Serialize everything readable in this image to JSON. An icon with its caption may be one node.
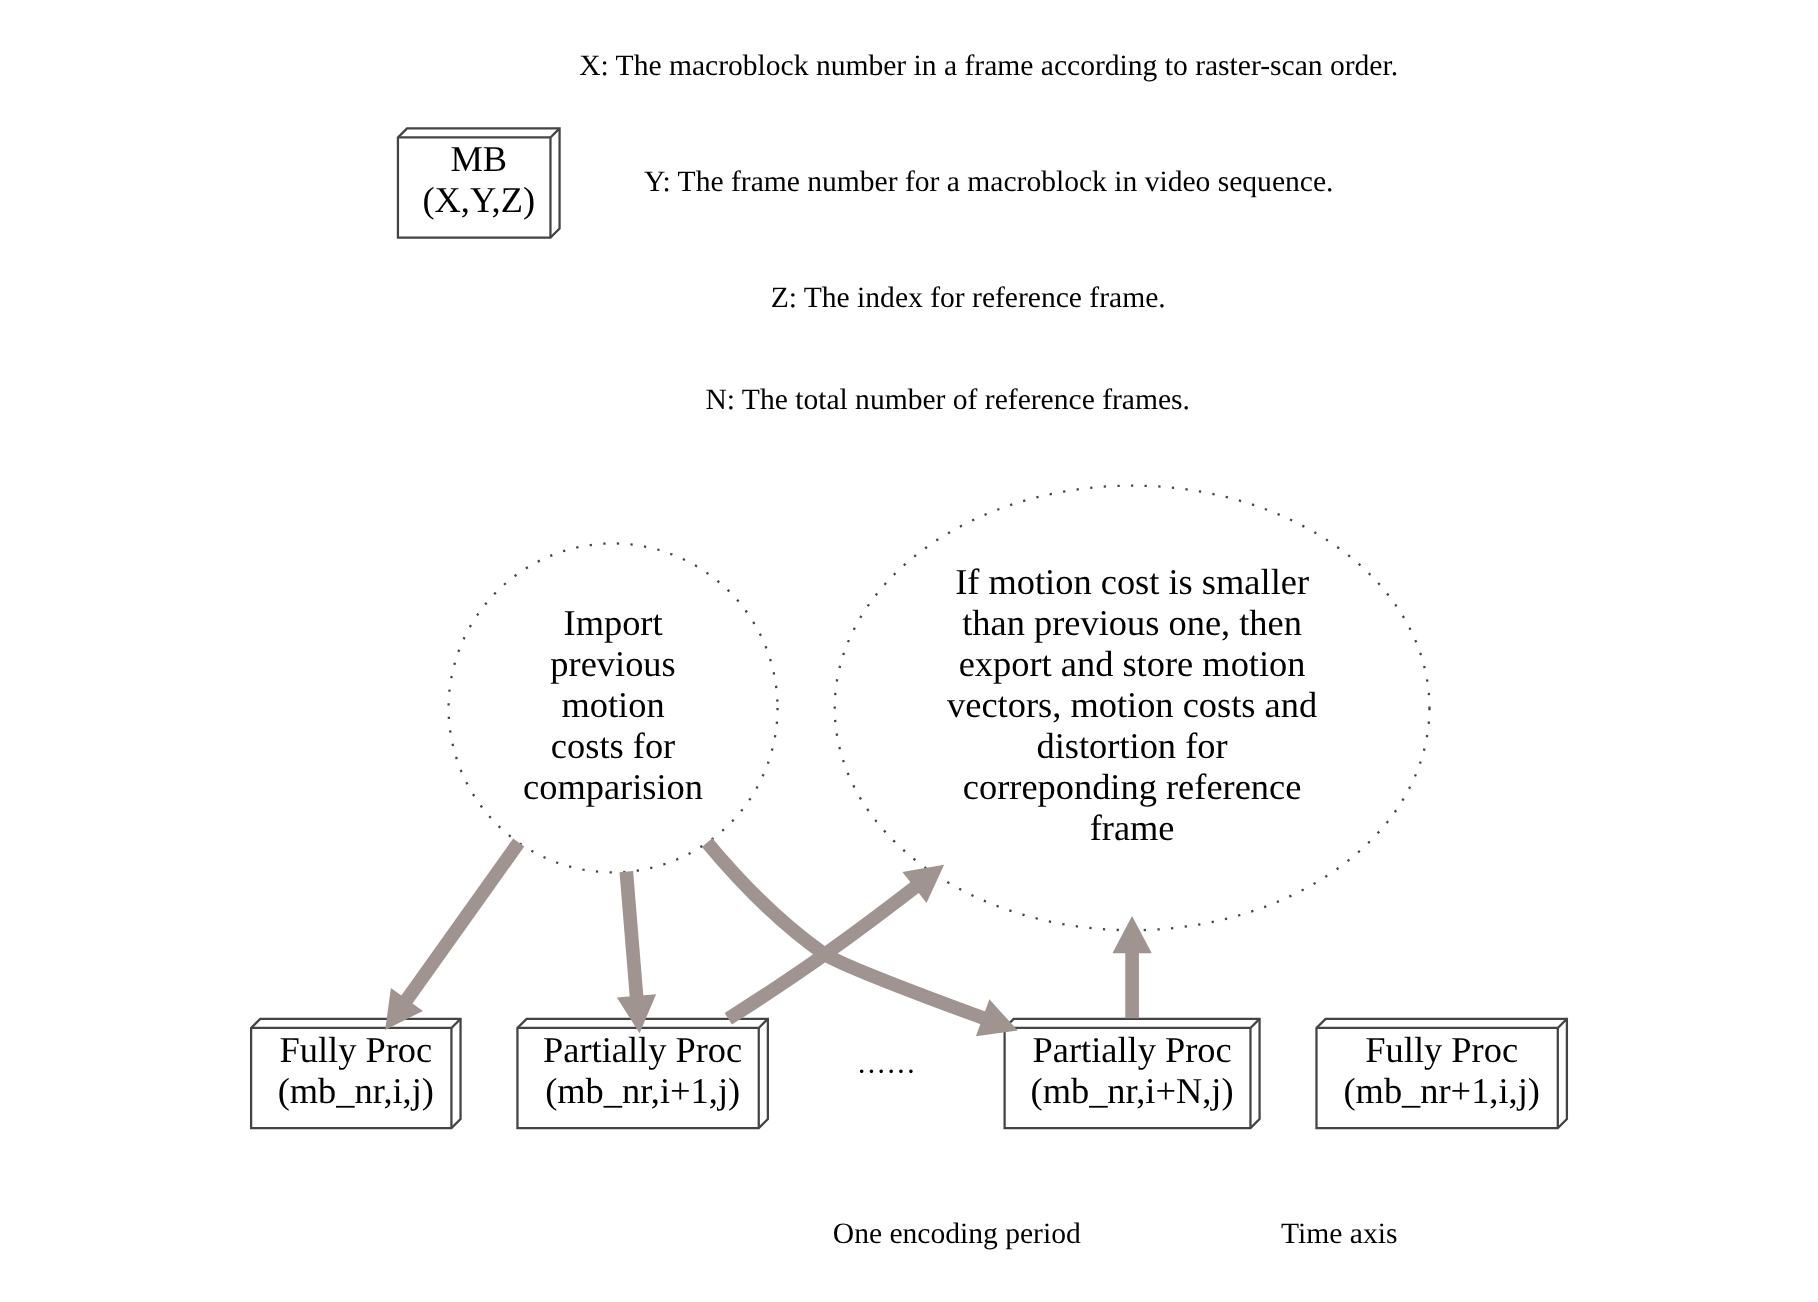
{
  "diagram": {
    "nodes": [
      {
        "text": [
          "MB (X,Y,Z)"
        ]
      },
      {
        "text": [
          "Import previous motion costs for comparision"
        ]
      },
      {
        "text": [
          "If motion cost is smaller than previous one, then export and store motion vectors, motion costs and distortion for correponding reference frame"
        ]
      },
      {
        "text": [
          "Fully Proc (mb_nr,i,j)"
        ]
      },
      {
        "text": [
          "Partially Proc (mb_nr,i+1,j)"
        ]
      },
      {
        "text": [
          "Partially Proc (mb_nr,i+N,j)"
        ]
      },
      {
        "text": [
          "Fully Proc (mb_nr+1,i,j)"
        ]
      }
    ],
    "edges": [
      {
        "from": 1,
        "to": 3,
        "arrow": "to"
      },
      {
        "from": 1,
        "to": 4,
        "arrow": "to"
      },
      {
        "from": 1,
        "to": 5,
        "arrow": "to"
      },
      {
        "from": 4,
        "to": 2,
        "arrow": "to"
      },
      {
        "from": 5,
        "to": 2,
        "arrow": "to"
      }
    ],
    "labels": [
      "X: The macroblock number in a frame according to raster-scan order.",
      "Y: The frame number for a macroblock in video sequence.",
      "Z: The index for reference frame.",
      "N: The total number of reference frames.",
      "······",
      "One encoding period",
      "Time axis"
    ]
  }
}
